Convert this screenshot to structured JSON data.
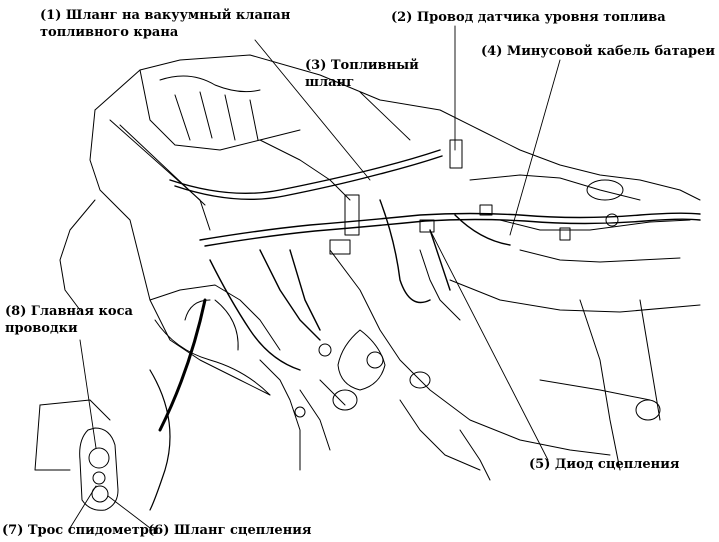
{
  "diagram": {
    "labels": {
      "l1": {
        "line1": "(1) Шланг на вакуумный клапан",
        "line2": "топливного крана"
      },
      "l2": {
        "text": "(2) Провод датчика уровня топлива"
      },
      "l3": {
        "line1": "(3) Топливный",
        "line2": "шланг"
      },
      "l4": {
        "text": "(4) Минусовой кабель батареи"
      },
      "l5": {
        "text": "(5) Диод сцепления"
      },
      "l6": {
        "text": "(6) Шланг сцепления"
      },
      "l7": {
        "text": "(7) Трос спидометра"
      },
      "l8": {
        "line1": "(8) Главная коса",
        "line2": "проводки"
      }
    }
  }
}
